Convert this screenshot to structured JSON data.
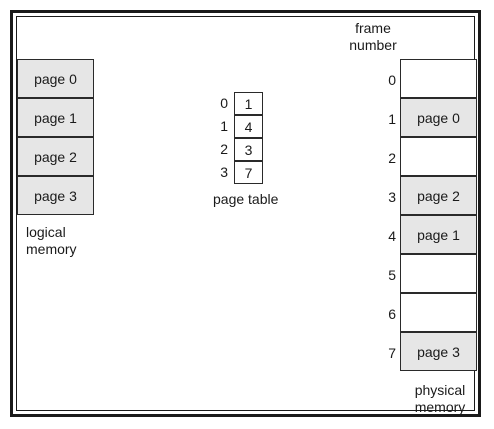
{
  "logical_memory": {
    "pages": [
      "page 0",
      "page 1",
      "page 2",
      "page 3"
    ],
    "caption_line1": "logical",
    "caption_line2": "memory"
  },
  "page_table": {
    "indices": [
      "0",
      "1",
      "2",
      "3"
    ],
    "frames": [
      "1",
      "4",
      "3",
      "7"
    ],
    "caption": "page table"
  },
  "physical_memory": {
    "header_line1": "frame",
    "header_line2": "number",
    "frame_numbers": [
      "0",
      "1",
      "2",
      "3",
      "4",
      "5",
      "6",
      "7"
    ],
    "frames": [
      "",
      "page 0",
      "",
      "page 2",
      "page 1",
      "",
      "",
      "page 3"
    ],
    "caption_line1": "physical",
    "caption_line2": "memory"
  },
  "colors": {
    "occupied": "#e6e6e6",
    "empty": "#ffffff",
    "border": "#1a1a1a"
  }
}
